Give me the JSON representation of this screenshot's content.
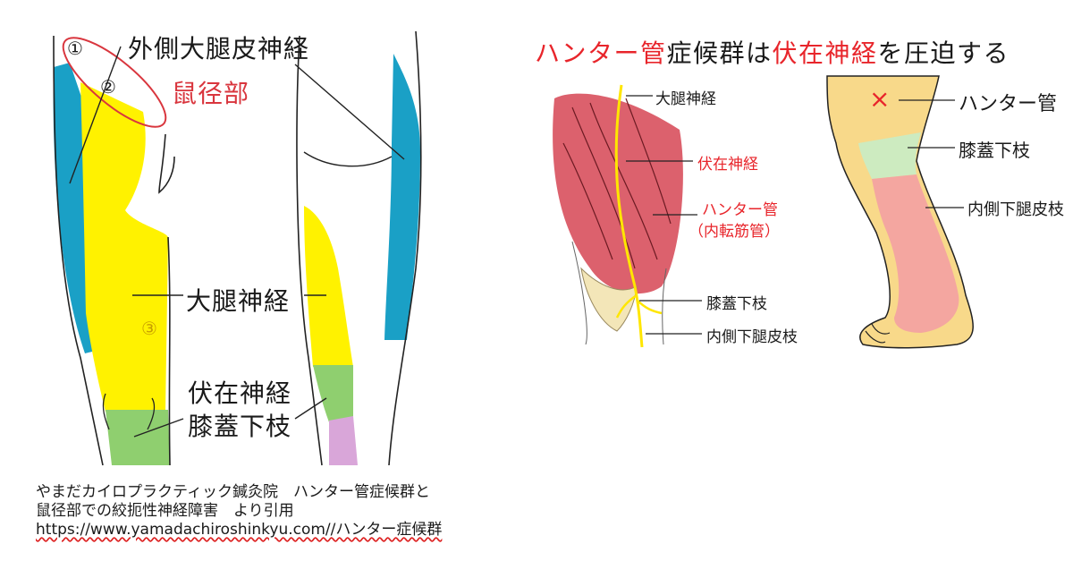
{
  "left_figure": {
    "labels": {
      "lateral_femoral_cutaneous": "外側大腿皮神経",
      "inguinal": "鼠径部",
      "femoral_nerve": "大腿神経",
      "saphenous_nerve": "伏在神経",
      "infrapatellar_branch": "膝蓋下枝",
      "num1": "①",
      "num2": "②",
      "num3": "③"
    },
    "colors": {
      "lateral_zone": "#1aa0c6",
      "femoral_zone": "#fff200",
      "saphenous_zone": "#8fcf6f",
      "medial_zone": "#d9a6d9",
      "inguinal_outline": "#d9363e"
    }
  },
  "right_title": {
    "part1": "ハンター管",
    "part2": "症候群は",
    "part3": "伏在神経",
    "part4": "を圧迫する"
  },
  "mid_figure": {
    "labels": {
      "femoral_nerve": "大腿神経",
      "saphenous_nerve": "伏在神経",
      "hunter_canal": "ハンター管",
      "adductor_canal": "（内転筋管）",
      "infrapatellar_branch": "膝蓋下枝",
      "medial_crural_cutaneous": "内側下腿皮枝"
    }
  },
  "right_figure": {
    "labels": {
      "hunter_canal": "ハンター管",
      "infrapatellar_branch": "膝蓋下枝",
      "medial_crural_cutaneous": "内側下腿皮枝",
      "mark": "×"
    },
    "colors": {
      "leg": "#f8d98a",
      "infrapatellar_zone": "#cdebc0",
      "medial_crural_zone": "#f4a6a0",
      "mark": "#e8252b"
    }
  },
  "citation": {
    "line1": "やまだカイロプラクティック鍼灸院　ハンター管症候群と",
    "line2": "鼠径部での絞扼性神経障害　より引用",
    "line3": "https://www.yamadachiroshinkyu.com//ハンター症候群"
  }
}
